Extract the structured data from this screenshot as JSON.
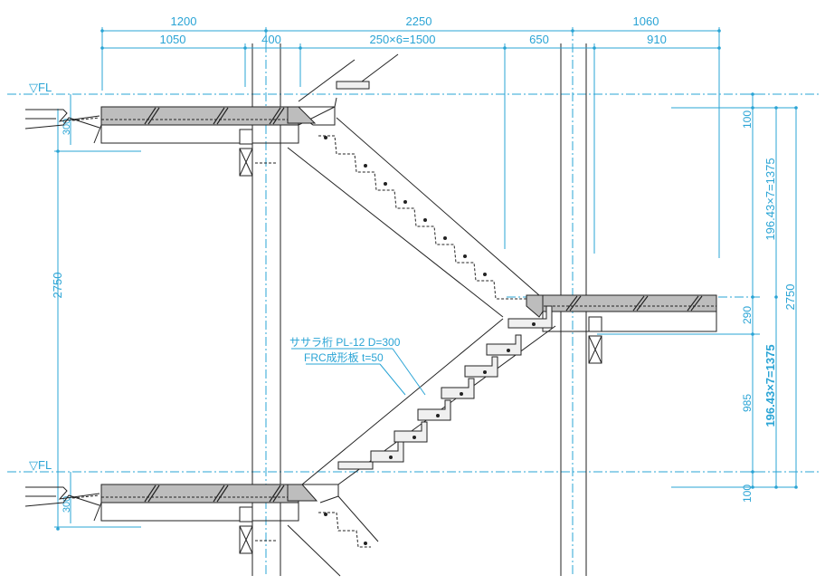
{
  "dimensions": {
    "top_row1": [
      "1200",
      "2250",
      "1060"
    ],
    "top_row2": [
      "1050",
      "400",
      "250×6=1500",
      "650",
      "910"
    ],
    "left_height": "2750",
    "left_slab_upper": "300",
    "left_slab_lower": "300",
    "right_top": "100",
    "right_upper_rise": "196.43×7=1375",
    "right_landing_slab": "290",
    "right_lower_part": "985",
    "right_lower_rise": "196.43×7=1375",
    "right_bottom": "100",
    "right_total": "2750"
  },
  "levels": {
    "upper": "▽FL",
    "lower": "▽FL"
  },
  "annotations": {
    "stringer": "ササラ桁 PL-12 D=300",
    "tread_plate": "FRC成形板 t=50"
  },
  "colors": {
    "dimension": "#2aa4d5",
    "line": "#222222",
    "slab_fill": "#bdbdbd"
  }
}
